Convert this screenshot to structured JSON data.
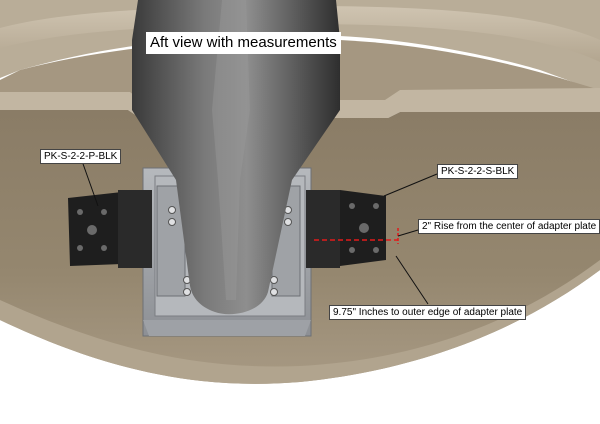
{
  "title": "Aft view with measurements",
  "labels": {
    "port_part": "PK-S-2-2-P-BLK",
    "starboard_part": "PK-S-2-2-S-BLK",
    "rise": "2\" Rise from the center of adapter plate",
    "width": "9.75\" Inches to outer edge of adapter plate"
  },
  "colors": {
    "hull": "#8c7d67",
    "hull_light": "#a99b85",
    "deck_rim": "#c9bda9",
    "bracket": "#1b1b1b",
    "mount_plate": "#a8abaf",
    "motor_shaft": "#585858",
    "measure_line": "#e21a1a"
  }
}
